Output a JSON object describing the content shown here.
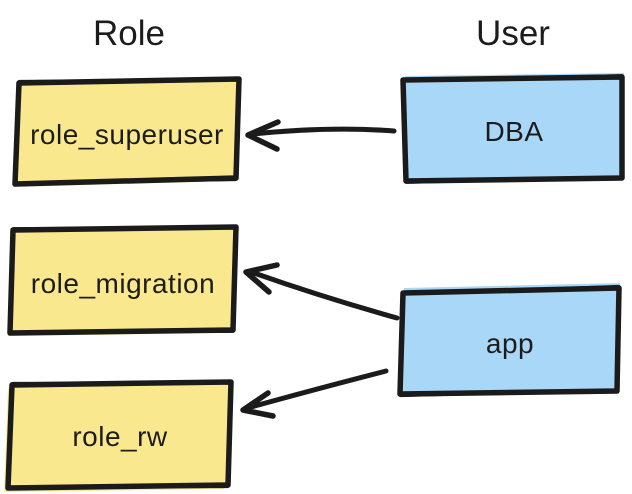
{
  "titles": {
    "role": "Role",
    "user": "User"
  },
  "nodes": {
    "role_superuser": {
      "label": "role_superuser",
      "type": "role"
    },
    "role_migration": {
      "label": "role_migration",
      "type": "role"
    },
    "role_rw": {
      "label": "role_rw",
      "type": "role"
    },
    "dba": {
      "label": "DBA",
      "type": "user"
    },
    "app": {
      "label": "app",
      "type": "user"
    }
  },
  "edges": [
    {
      "from": "DBA",
      "to": "role_superuser"
    },
    {
      "from": "app",
      "to": "role_migration"
    },
    {
      "from": "app",
      "to": "role_rw"
    }
  ],
  "colors": {
    "role_fill": "#fae88f",
    "user_fill": "#a9d7f8",
    "stroke": "#1b1b1b",
    "text": "#1c1c1c",
    "background": "#ffffff"
  }
}
